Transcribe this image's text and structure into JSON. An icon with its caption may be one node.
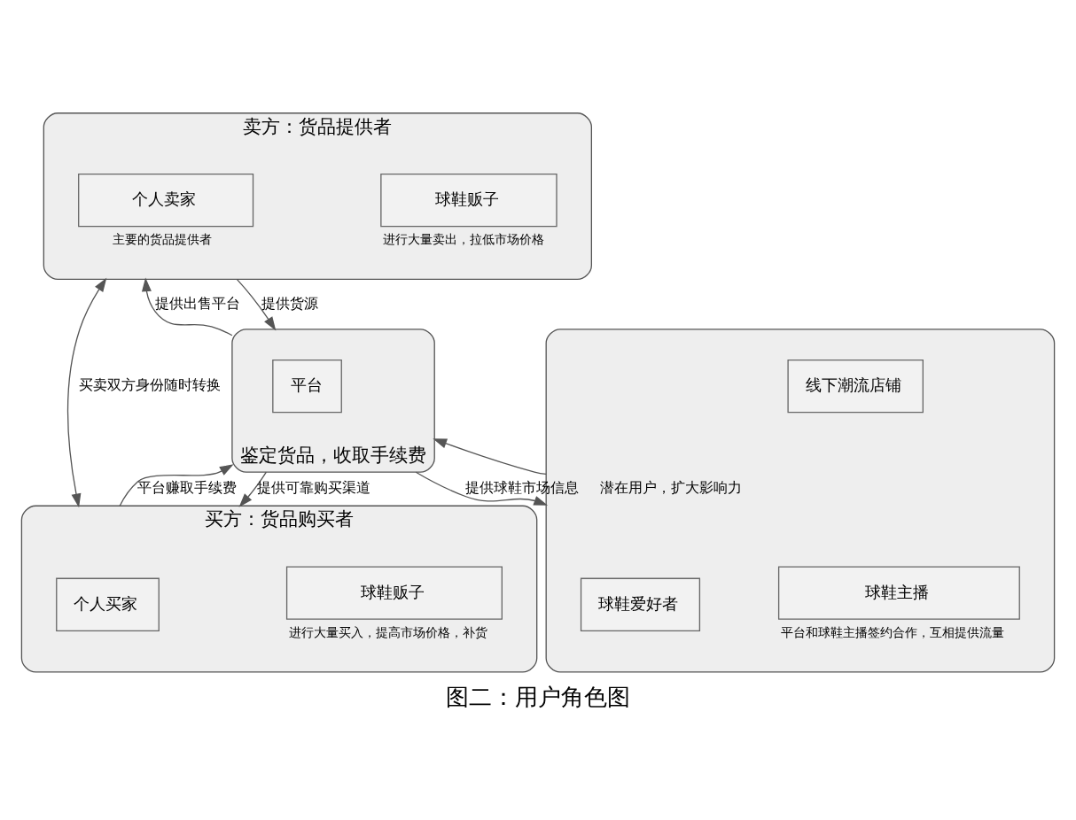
{
  "diagram": {
    "caption": "图二：用户角色图",
    "nodes": [
      {
        "text": [
          "卖方：货品提供者"
        ]
      },
      {
        "text": [
          "个人卖家"
        ],
        "in": 0,
        "beside": [
          "主要的货品提供者"
        ]
      },
      {
        "text": [
          "球鞋贩子"
        ],
        "in": 0,
        "beside": [
          "进行大量卖出，拉低市场价格"
        ]
      },
      {
        "text": [
          "鉴定货品，收取手续费"
        ]
      },
      {
        "text": [
          "平台"
        ],
        "in": 3
      },
      {
        "text": [
          "买方：货品购买者"
        ]
      },
      {
        "text": [
          "个人买家"
        ],
        "in": 5
      },
      {
        "text": [
          "球鞋贩子"
        ],
        "in": 5,
        "beside": [
          "进行大量买入，提高市场价格，补货"
        ]
      },
      {
        "text": [],
        "shape": "box"
      },
      {
        "text": [
          "球鞋爱好者"
        ],
        "in": 8
      },
      {
        "text": [
          "线下潮流店铺"
        ],
        "in": 8
      },
      {
        "text": [
          "球鞋主播"
        ],
        "in": 8,
        "beside": [
          "平台和球鞋主播签约合作，互相提供流量"
        ]
      }
    ],
    "edges": [
      {
        "from": 0,
        "to": 3,
        "arrow": "to",
        "label": "提供货源"
      },
      {
        "from": 3,
        "to": 0,
        "arrow": "to",
        "label": "提供出售平台"
      },
      {
        "from": 3,
        "to": 5,
        "arrow": "to",
        "label": "提供可靠购买渠道"
      },
      {
        "from": 5,
        "to": 3,
        "arrow": "to",
        "label": "平台赚取手续费"
      },
      {
        "from": 3,
        "to": 8,
        "arrow": "to",
        "label": "提供球鞋市场信息"
      },
      {
        "from": 8,
        "to": 3,
        "arrow": "to",
        "label": "潜在用户，扩大影响力"
      },
      {
        "from": 0,
        "to": 5,
        "arrow": "both",
        "label": "买卖双方身份随时转换"
      }
    ]
  }
}
